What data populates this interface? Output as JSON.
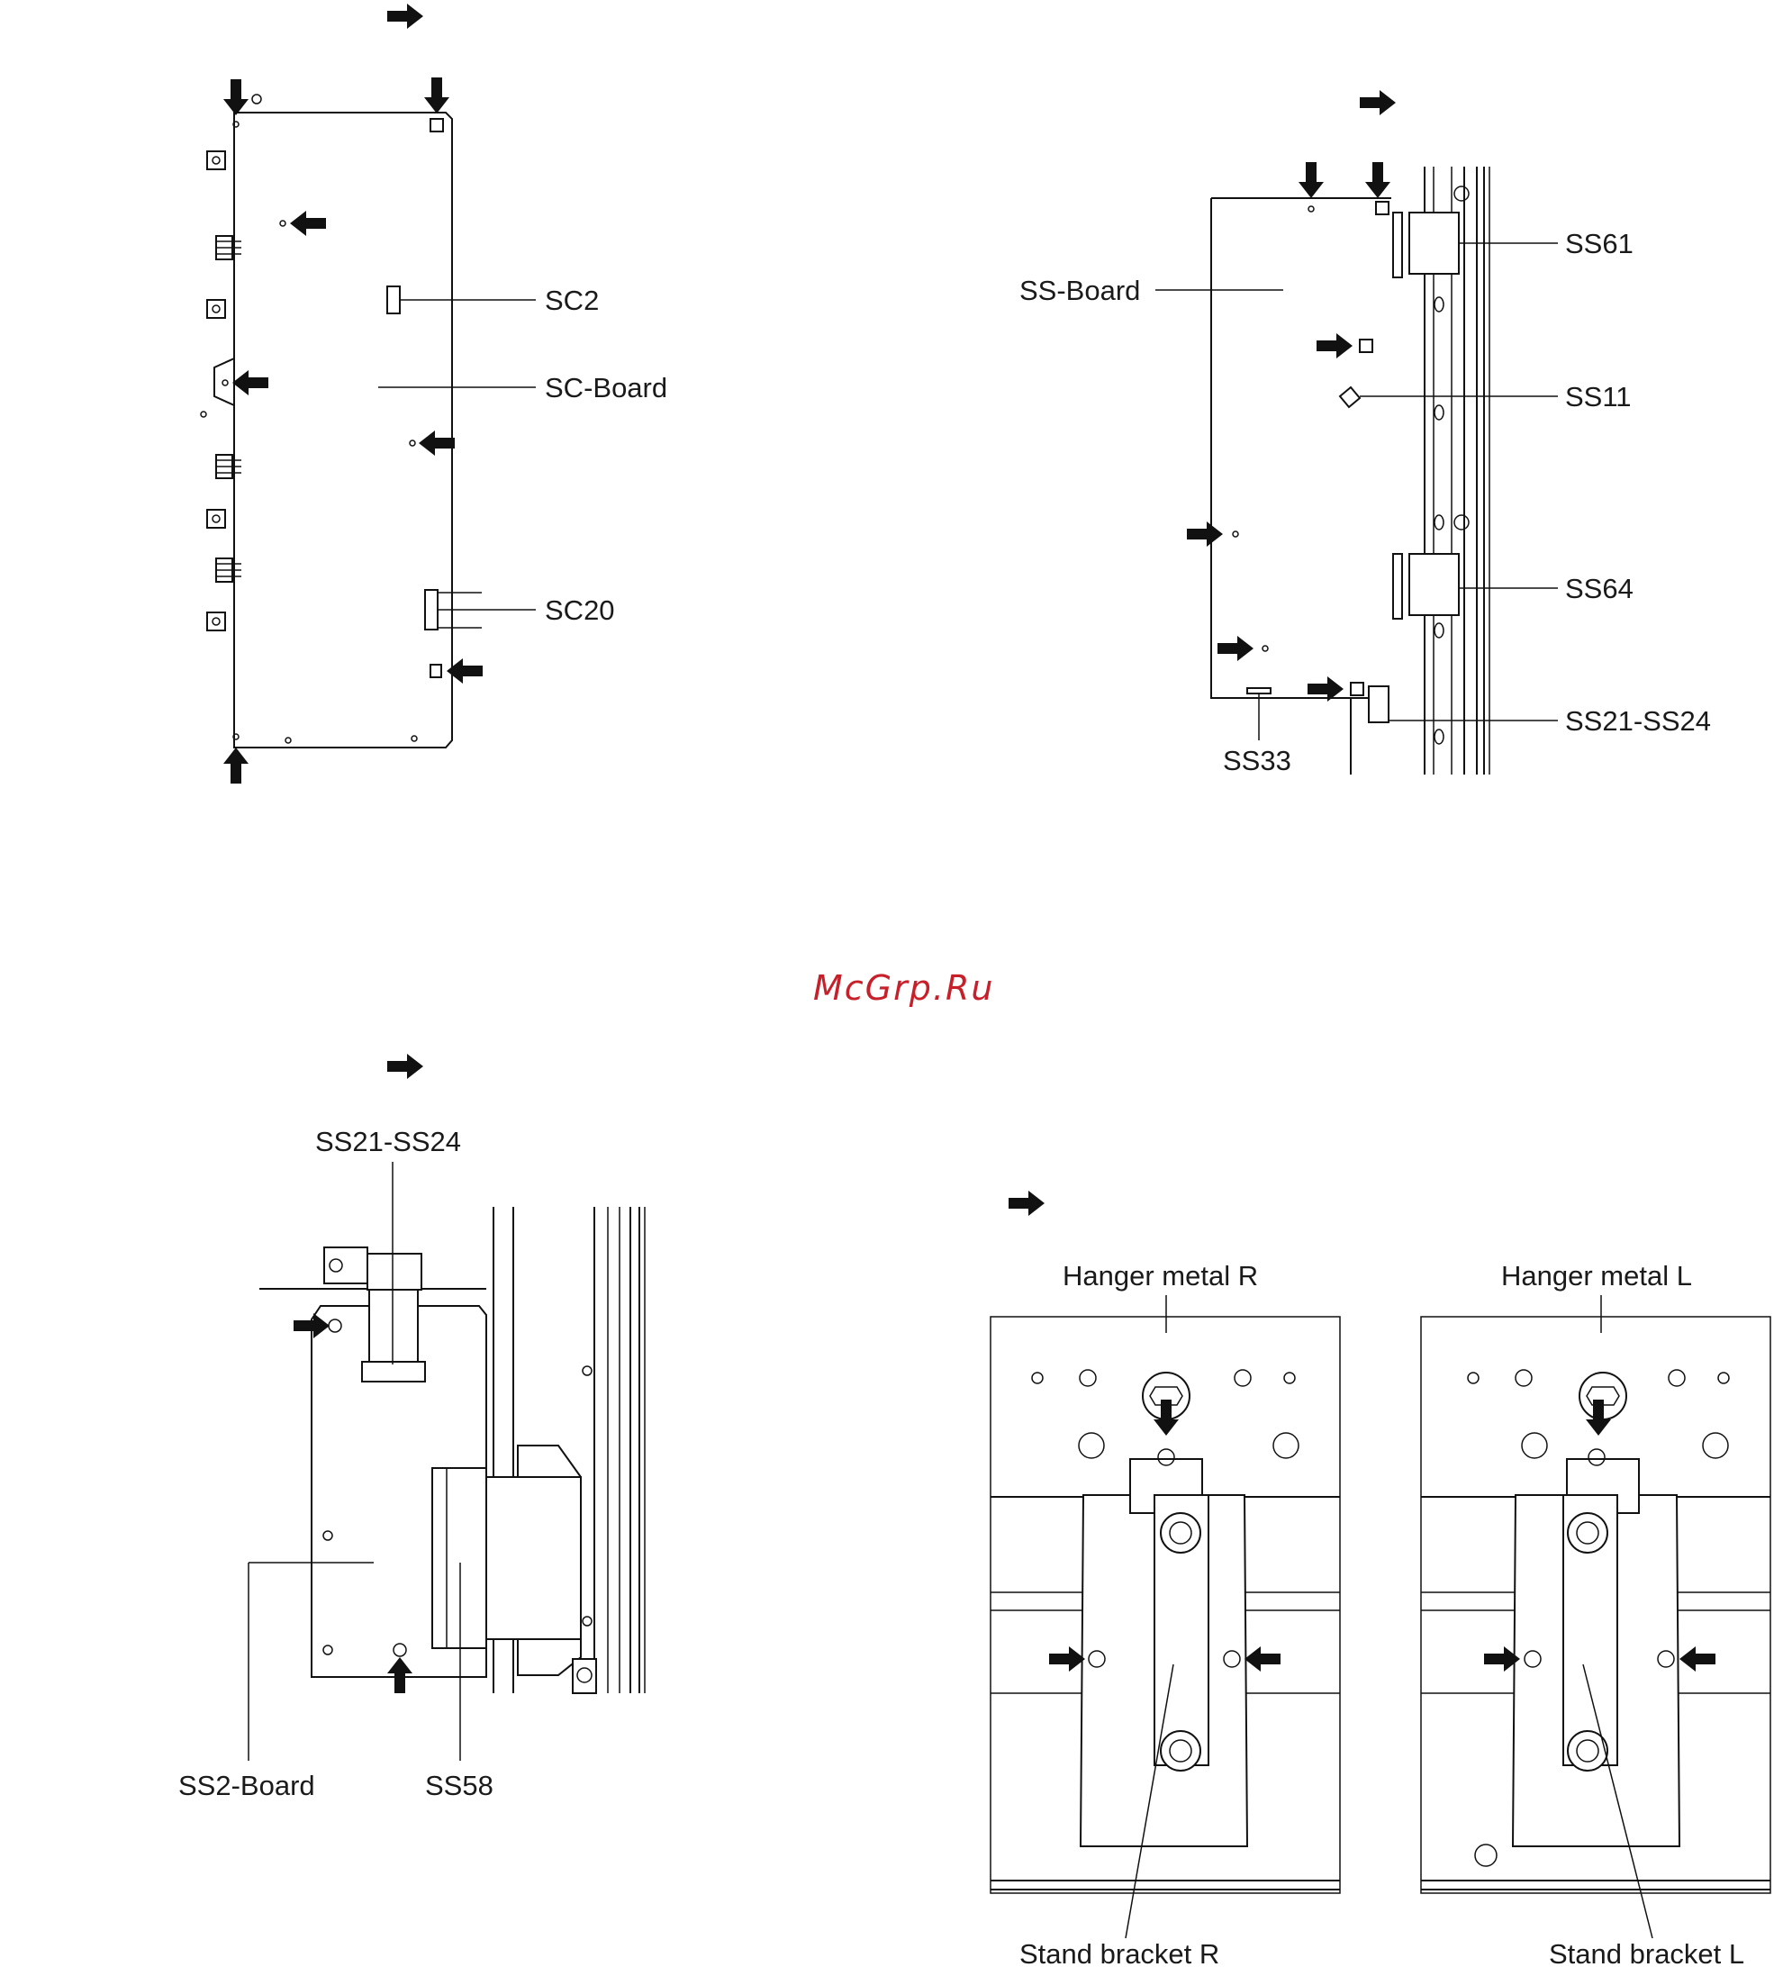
{
  "watermark": {
    "text": "McGrp.Ru",
    "color": "#c8202a"
  },
  "colors": {
    "line": "#111111",
    "background": "#ffffff"
  },
  "fig1": {
    "labels": {
      "sc2": "SC2",
      "sc_board": "SC-Board",
      "sc20": "SC20"
    }
  },
  "fig2": {
    "labels": {
      "ss61": "SS61",
      "ss_board": "SS-Board",
      "ss11": "SS11",
      "ss64": "SS64",
      "ss21_24": "SS21-SS24",
      "ss33": "SS33"
    }
  },
  "fig3": {
    "labels": {
      "ss21_24": "SS21-SS24",
      "ss2_board": "SS2-Board",
      "ss58": "SS58"
    }
  },
  "fig4": {
    "labels": {
      "hanger_r": "Hanger metal R",
      "hanger_l": "Hanger metal L",
      "stand_r": "Stand bracket R",
      "stand_l": "Stand bracket L"
    }
  },
  "icons": [
    "step-arrow-icon",
    "screw-pointer-arrow-icon",
    "connector-icon"
  ]
}
